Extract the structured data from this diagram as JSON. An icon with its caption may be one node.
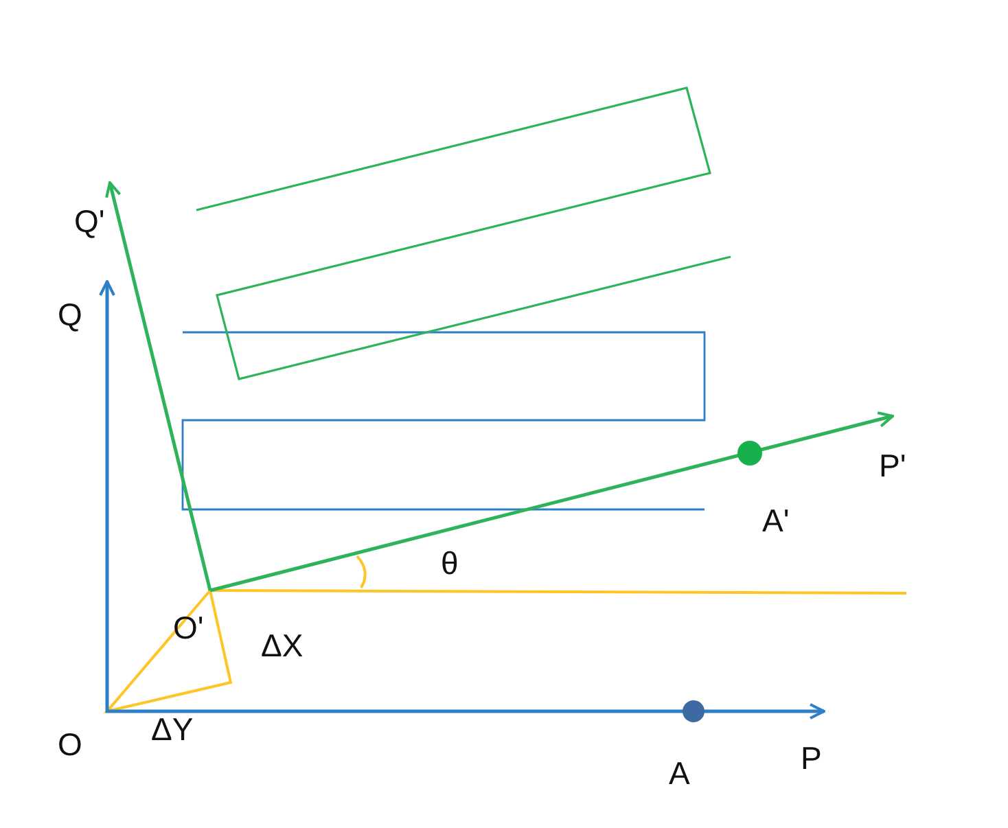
{
  "diagram": {
    "labels": [
      "Q'",
      "Q",
      "P'",
      "A'",
      "θ",
      "O'",
      "ΔX",
      "ΔY",
      "O",
      "A",
      "P"
    ]
  }
}
